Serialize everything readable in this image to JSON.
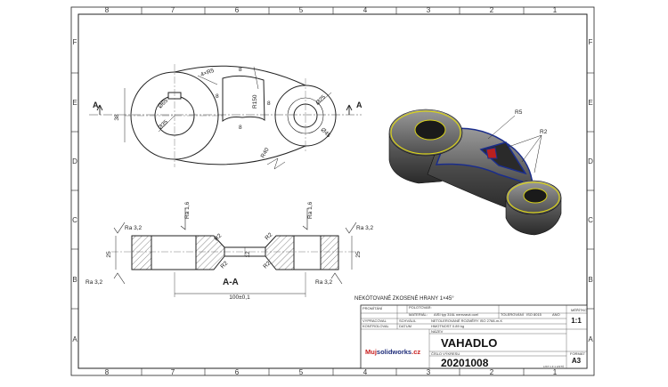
{
  "zones": {
    "columns": [
      "8",
      "7",
      "6",
      "5",
      "4",
      "3",
      "2",
      "1"
    ],
    "rows": [
      "F",
      "E",
      "D",
      "C",
      "B",
      "A"
    ]
  },
  "front_view": {
    "section_mark": "A",
    "dim_height": "38",
    "dia_65": "Ø65",
    "dia_35": "Ø35",
    "dia_25": "Ø25",
    "dia_45": "Ø45",
    "fillet_4xr5": "4×R5",
    "dim_8_a": "8",
    "dim_8_b": "8",
    "dim_8_c": "8",
    "dim_8_d": "8",
    "r150": "R150",
    "r40": "R40"
  },
  "section_view": {
    "title": "A-A",
    "ra32_tl": "Ra 3,2",
    "ra32_tr": "Ra 3,2",
    "ra32_bl": "Ra 3,2",
    "ra32_br": "Ra 3,2",
    "ra16_l": "Ra 1,6",
    "ra16_r": "Ra 1,6",
    "dim_25_l": "25",
    "dim_25_r": "25",
    "dim_12": "12",
    "r2_a": "R2",
    "r2_b": "R2",
    "r2_c": "R2",
    "r2_d": "R2",
    "dim_100": "100±0,1"
  },
  "iso_view": {
    "r5": "R5",
    "r2": "R2"
  },
  "notes": {
    "chamfer": "NEKÓTOVANÉ ZKOSENÉ HRANY 1×45°"
  },
  "title_block": {
    "promitani": "PROMÍTÁNÍ",
    "polotovar": "POLOTOVAR:",
    "material_label": "MATERIÁL:",
    "material_value": "AISI typ 316L nerezavá ocel",
    "tolerovani_label": "TOLEROVÁNÍ",
    "tolerovani_value": "ISO 8015",
    "ano": "ANO",
    "meritko_label": "MĚŘÍTKO",
    "meritko_value": "1:1",
    "vypracoval": "VYPRACOVAL",
    "schvalil": "SCHVÁLIL",
    "netolerovane": "NETOLEROVANÉ ROZMĚRY ISO 2768-m-K",
    "kontroloval": "KONTROLOVAL",
    "datum": "DATUM",
    "hmotnost": "HMOTNOST 0.89 kg",
    "nazev_label": "NÁZEV",
    "nazev_value": "VAHADLO",
    "cislo_label": "ČÍSLO VÝKRESU",
    "cislo_value": "20201008",
    "format_label": "FORMÁT",
    "format_value": "A3",
    "list_value": "LIST 1  Z 1  LISTŮ",
    "logo_part1": "Muj",
    "logo_part2": "solidworks",
    "logo_part3": ".cz"
  }
}
